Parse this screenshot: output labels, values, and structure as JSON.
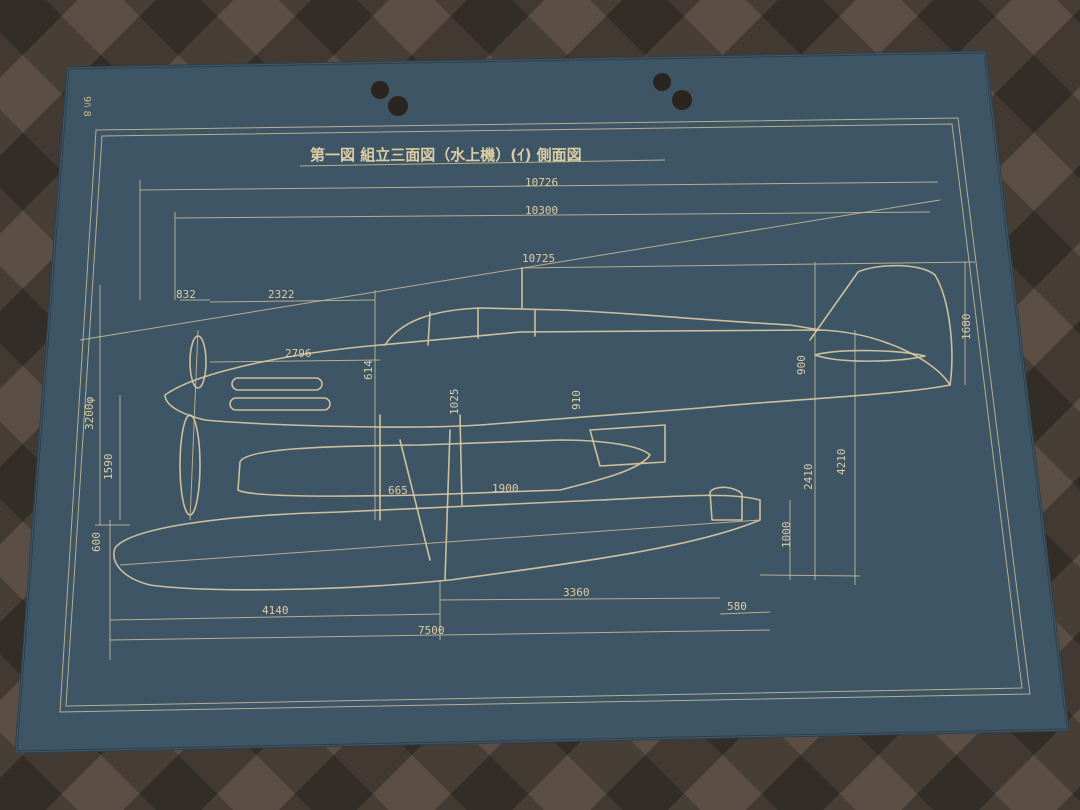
{
  "sheet": {
    "title": "第一図 組立三面図（水上機）(ｲ) 側面図",
    "corner_note": "9ﾊ 8"
  },
  "dimensions": {
    "overall_top": "10726",
    "overall_second": "10300",
    "wing_span_mark": "10725",
    "nose_to_wing": "2322",
    "nose_offset": "832",
    "cowl_to_cockpit": "2796",
    "prop_diameter": "3200φ",
    "prop_lower": "1590",
    "float_front": "600",
    "float_length_front": "4140",
    "float_length_rear": "3360",
    "float_total": "7500",
    "float_tail": "580",
    "tail_height": "1680",
    "fin_offset": "900",
    "overall_height": "4210",
    "strut_height": "2410",
    "rear_step": "1000",
    "mid_a": "665",
    "mid_b": "1900",
    "mid_c": "910",
    "mid_d": "614",
    "mid_e": "1025"
  },
  "colors": {
    "paper": "#3e5566",
    "paper_edge": "#2c3f4d",
    "ink": "#d9c9a0"
  }
}
